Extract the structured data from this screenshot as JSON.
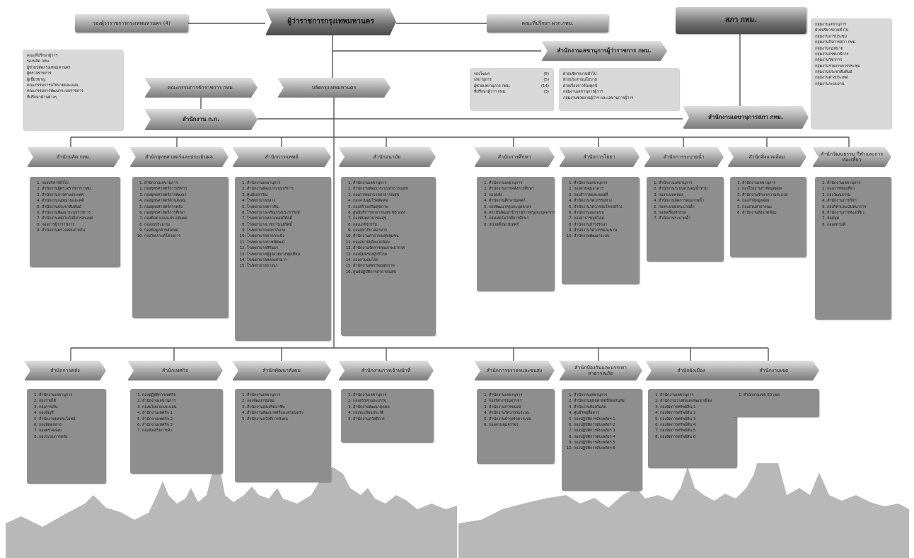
{
  "top": {
    "governor": "ผู้ว่าราชการกรุงเทพมหานคร",
    "deputy_governors": "รองผู้ว่าราชการกรุงเทพมหานคร (4)",
    "governor_advisors": "คณะที่ปรึกษา ผวก.กทม.",
    "bma_council": "สภา กทม.",
    "governor_secretariat": "สำนักงานเลขานุการผู้ว่าราชการ กทม.",
    "permanent_secretary": "ปลัดกรุงเทพมหานคร",
    "civil_service_commission": "คณะกรรมการข้าราชการ กทม.",
    "civil_service_office": "สำนักงาน ก.ก.",
    "council_secretariat": "สำนักงานเลขานุการสภา กทม."
  },
  "left_note_items": [
    "คณะที่ปรึกษาผู้ว่าฯ",
    "รองปลัด กทม.",
    "ผู้ช่วยปลัดกรุงเทพมหานคร",
    "ผู้ตรวจราชการ",
    "ผู้เชี่ยวชาญ",
    "คณะกรรมการนโยบายและแผน",
    "คณะกรรมการพัฒนาระบบราชการ",
    "ที่ปรึกษาด้านต่างๆ"
  ],
  "secretariat_positions": [
    {
      "label": "รองโฆษก",
      "count": "(5)"
    },
    {
      "label": "เลขานุการ",
      "count": "(5)"
    },
    {
      "label": "ผู้ช่วยเลขานุการ กทม.",
      "count": "(14)"
    },
    {
      "label": "ที่ปรึกษาผู้ว่าฯ กทม.",
      "count": "(3)"
    }
  ],
  "secretariat_units": [
    "ฝ่ายบริหารงานทั่วไป",
    "ฝ่ายประสานนโยบาย",
    "ฝ่ายเรื่องราวร้องทุกข์",
    "กลุ่มงานเลขานุการผู้ว่าฯ",
    "กลุ่มงานช่วยงานผู้ว่าฯ และเลขานุการผู้ว่าฯ"
  ],
  "council_units": [
    "กลุ่มงานเลขานุการ",
    "ฝ่ายบริหารงานทั่วไป",
    "กลุ่มงานการประชุม",
    "กลุ่มงานกิจการสภา กทม.",
    "กลุ่มงานกฎหมาย",
    "กลุ่มงานกรรมาธิการ",
    "กลุ่มงานวิชาการ",
    "กลุ่มงานรายงานการประชุม",
    "กลุ่มงานประชาสัมพันธ์",
    "กลุ่มงานต่างประเทศ",
    "กลุ่มงานระบบงาน"
  ],
  "row1": [
    {
      "title": "สำนักปลัด กทม.",
      "items": [
        "กองบริหารทั่วไป",
        "สำนักงานผู้ตรวจราชการ กทม.",
        "สำนักงานการต่างประเทศ",
        "สำนักงานกฎหมายและคดี",
        "สำนักงานประชาสัมพันธ์",
        "สำนักงานพัฒนาระบบราชการ",
        "สำนักงานเทคโนโลยีสารสนเทศ",
        "กองการผู้ว่าราชการ",
        "สำนักงานตรวจสอบภายใน"
      ]
    },
    {
      "title": "สำนักยุทธศาสตร์และประเมินผล",
      "items": [
        "สำนักงานเลขานุการ",
        "กองยุทธศาสตร์การบริหาร",
        "กองยุทธศาสตร์การพัฒนา",
        "กองยุทธศาสตร์ด้านสังคม",
        "กองยุทธศาสตร์การคลัง",
        "กองยุทธศาสตร์การศึกษา",
        "กองติดตามและประเมินผล",
        "กองงบประมาณ",
        "กองข้อมูลสารสนเทศ",
        "กองวิเคราะห์โครงการ"
      ]
    },
    {
      "title": "สำนักการแพทย์",
      "items": [
        "สำนักงานเลขานุการ",
        "สำนักงานพัฒนาระบบบริการ",
        "ศูนย์เอราวัณ",
        "โรงพยาบาลกลาง",
        "โรงพยาบาลตากสิน",
        "โรงพยาบาลเจริญกรุงประชารักษ์",
        "โรงพยาบาลหลวงพ่อทวีศักดิ์",
        "โรงพยาบาลเวชการุณย์รัศมิ์",
        "โรงพยาบาลนคราภิบาล",
        "โรงพยาบาลลาดกระบัง",
        "โรงพยาบาลราชพิพัฒน์",
        "โรงพยาบาลสิรินธร",
        "โรงพยาบาลผู้สูงอายุบางขุนเทียน",
        "โรงพยาบาลคลองสามวา",
        "โรงพยาบาลบางนา"
      ]
    },
    {
      "title": "สำนักอนามัย",
      "items": [
        "สำนักงานเลขานุการ",
        "สำนักงานพัฒนาระบบสาธารณสุข",
        "กองการพยาบาลสาธารณสุข",
        "กองควบคุมโรคติดต่อ",
        "กองสร้างเสริมสุขภาพ",
        "ศูนย์บริการสาธารณสุข 68 แห่ง",
        "กองทันตสาธารณสุข",
        "กองเภสัชกรรม",
        "กองสุขาภิบาลอาหาร",
        "สำนักงานสาธารณสุขชุมชน",
        "กองอนามัยสิ่งแวดล้อม",
        "สำนักงานจัดการคุณภาพอากาศ",
        "กองคุ้มครองผู้บริโภค",
        "กองควบคุมโรค",
        "สำนักงานคัดกรองสุขภาพ",
        "ศูนย์ปฏิบัติการสาธารณสุข"
      ]
    },
    {
      "title": "สำนักการศึกษา",
      "items": [
        "สำนักงานเลขานุการ",
        "สำนักงานการคลังการศึกษา",
        "กองคลัง",
        "สำนักงานศึกษานิเทศก์",
        "กองพัฒนาครูและบุคลากร",
        "สถาบันพัฒนาข้าราชการครูและบุคลากรทางการศึกษา",
        "กองเทคโนโลยีการศึกษา",
        "หน่วยศึกษานิเทศก์"
      ]
    },
    {
      "title": "สำนักการโยธา",
      "items": [
        "สำนักงานเลขานุการ",
        "กองควบคุมอาคาร",
        "กองสำรวจและแผนที่",
        "สำนักงานวิศวกรรมทาง",
        "สำนักงานวิศวกรรมโครงสร้าง",
        "สำนักงานออกแบบ",
        "กองสาธารณูปโภค",
        "สำนักงานบำรุงรักษา",
        "สำนักงานวิศวกรรมสะพาน",
        "สำนักงานพัฒนาระบบ"
      ]
    },
    {
      "title": "สำนักการระบายน้ำ",
      "items": [
        "สำนักงานเลขานุการ",
        "สำนักงานระบบควบคุมน้ำท่วม",
        "กองระบบคลอง",
        "สำนักงานจัดการคุณภาพน้ำ",
        "กองระบบท่อระบายน้ำ",
        "กองเครื่องจักรกล",
        "สำนักงานระบายน้ำ"
      ]
    },
    {
      "title": "สำนักสิ่งแวดล้อม",
      "items": [
        "สำนักงานเลขานุการ",
        "กองโรงงานกำจัดมูลฝอย",
        "สำนักงานรักษาความสะอาด",
        "กองกำจัดมูลฝอย",
        "กองสวนสาธารณะ",
        "สำนักงานสิ่งแวดล้อม"
      ]
    },
    {
      "title": "สำนักวัฒนธรรม กีฬาและการท่องเที่ยว",
      "items": [
        "สำนักงานเลขานุการ",
        "กองการท่องเที่ยว",
        "กองวัฒนธรรม",
        "สำนักงานการกีฬา",
        "กองกีฬาและนันทนาการ",
        "สำนักงานการท่องเที่ยว",
        "หอสมุด",
        "กองสถานที่"
      ]
    }
  ],
  "row2": [
    {
      "title": "สำนักการคลัง",
      "items": [
        "สำนักงานเลขานุการ",
        "กองรายได้",
        "กองการเงิน",
        "กองบัญชี",
        "สำนักงานผลประโยชน์",
        "กองพัสดุกลาง",
        "กองตรวจสอบ",
        "กองระบบการคลัง"
      ]
    },
    {
      "title": "สำนักเทศกิจ",
      "items": [
        "กองปฏิบัติการเทศกิจ",
        "สำนักงานเลขานุการ",
        "กองนโยบายและแผน",
        "สำนักงานเทศกิจ 1",
        "สำนักงานเทศกิจ 2",
        "สำนักงานเทศกิจ 3",
        "กองส่งเสริมการค้า"
      ]
    },
    {
      "title": "สำนักพัฒนาสังคม",
      "items": [
        "สำนักงานเลขานุการ",
        "กองพัฒนาชุมชน",
        "สำนักงานส่งเสริมอาชีพ",
        "สำนักงานพัฒนาสตรีและครอบครัว",
        "สำนักงานสวัสดิการสังคม"
      ]
    },
    {
      "title": "สำนักงานการเจ้าหน้าที่",
      "items": [
        "สำนักงานเลขานุการ",
        "กองสรรหาและบรรจุ",
        "สำนักงานพัฒนาบุคคล",
        "กองทะเบียนประวัติ",
        "สำนักงานสวัสดิการ"
      ]
    },
    {
      "title": "สำนักการจราจรและขนส่ง",
      "items": [
        "สำนักงานเลขานุการ",
        "กองวิศวกรรมจราจร",
        "สำนักงานการขนส่ง",
        "สำนักงานวิศวกรรมระบบ",
        "สำนักงานบำรุงรักษาระบบ",
        "กองควบคุมจราจร"
      ]
    },
    {
      "title": "สำนักป้องกันและบรรเทาสาธารณภัย",
      "items": [
        "สำนักงานเลขานุการ",
        "สำนักงานยุทธศาสตร์ป้องกันภัย",
        "สำนักงานป้องกันภัย",
        "ศูนย์วิทยุสื่อสาร",
        "กองปฏิบัติการดับเพลิงฯ 1",
        "กองปฏิบัติการดับเพลิงฯ 2",
        "กองปฏิบัติการดับเพลิงฯ 3",
        "กองปฏิบัติการดับเพลิงฯ 4",
        "กองปฏิบัติการดับเพลิงฯ 5",
        "กองปฏิบัติการดับเพลิงฯ 6"
      ]
    },
    {
      "title": "สำนักผังเมือง",
      "items": [
        "สำนักงานเลขานุการ",
        "สำนักงานวางผังและพัฒนาเมือง",
        "กองจัดการทรัพย์สิน 1",
        "กองจัดการทรัพย์สิน 2",
        "กองจัดการทรัพย์สิน 3",
        "กองจัดการทรัพย์สิน 4",
        "กองจัดการทรัพย์สิน 5",
        "กองจัดการทรัพย์สิน 6"
      ]
    },
    {
      "title": "สำนักงานเขต",
      "items": [
        "สำนักงานเขต 50 เขต"
      ]
    }
  ]
}
